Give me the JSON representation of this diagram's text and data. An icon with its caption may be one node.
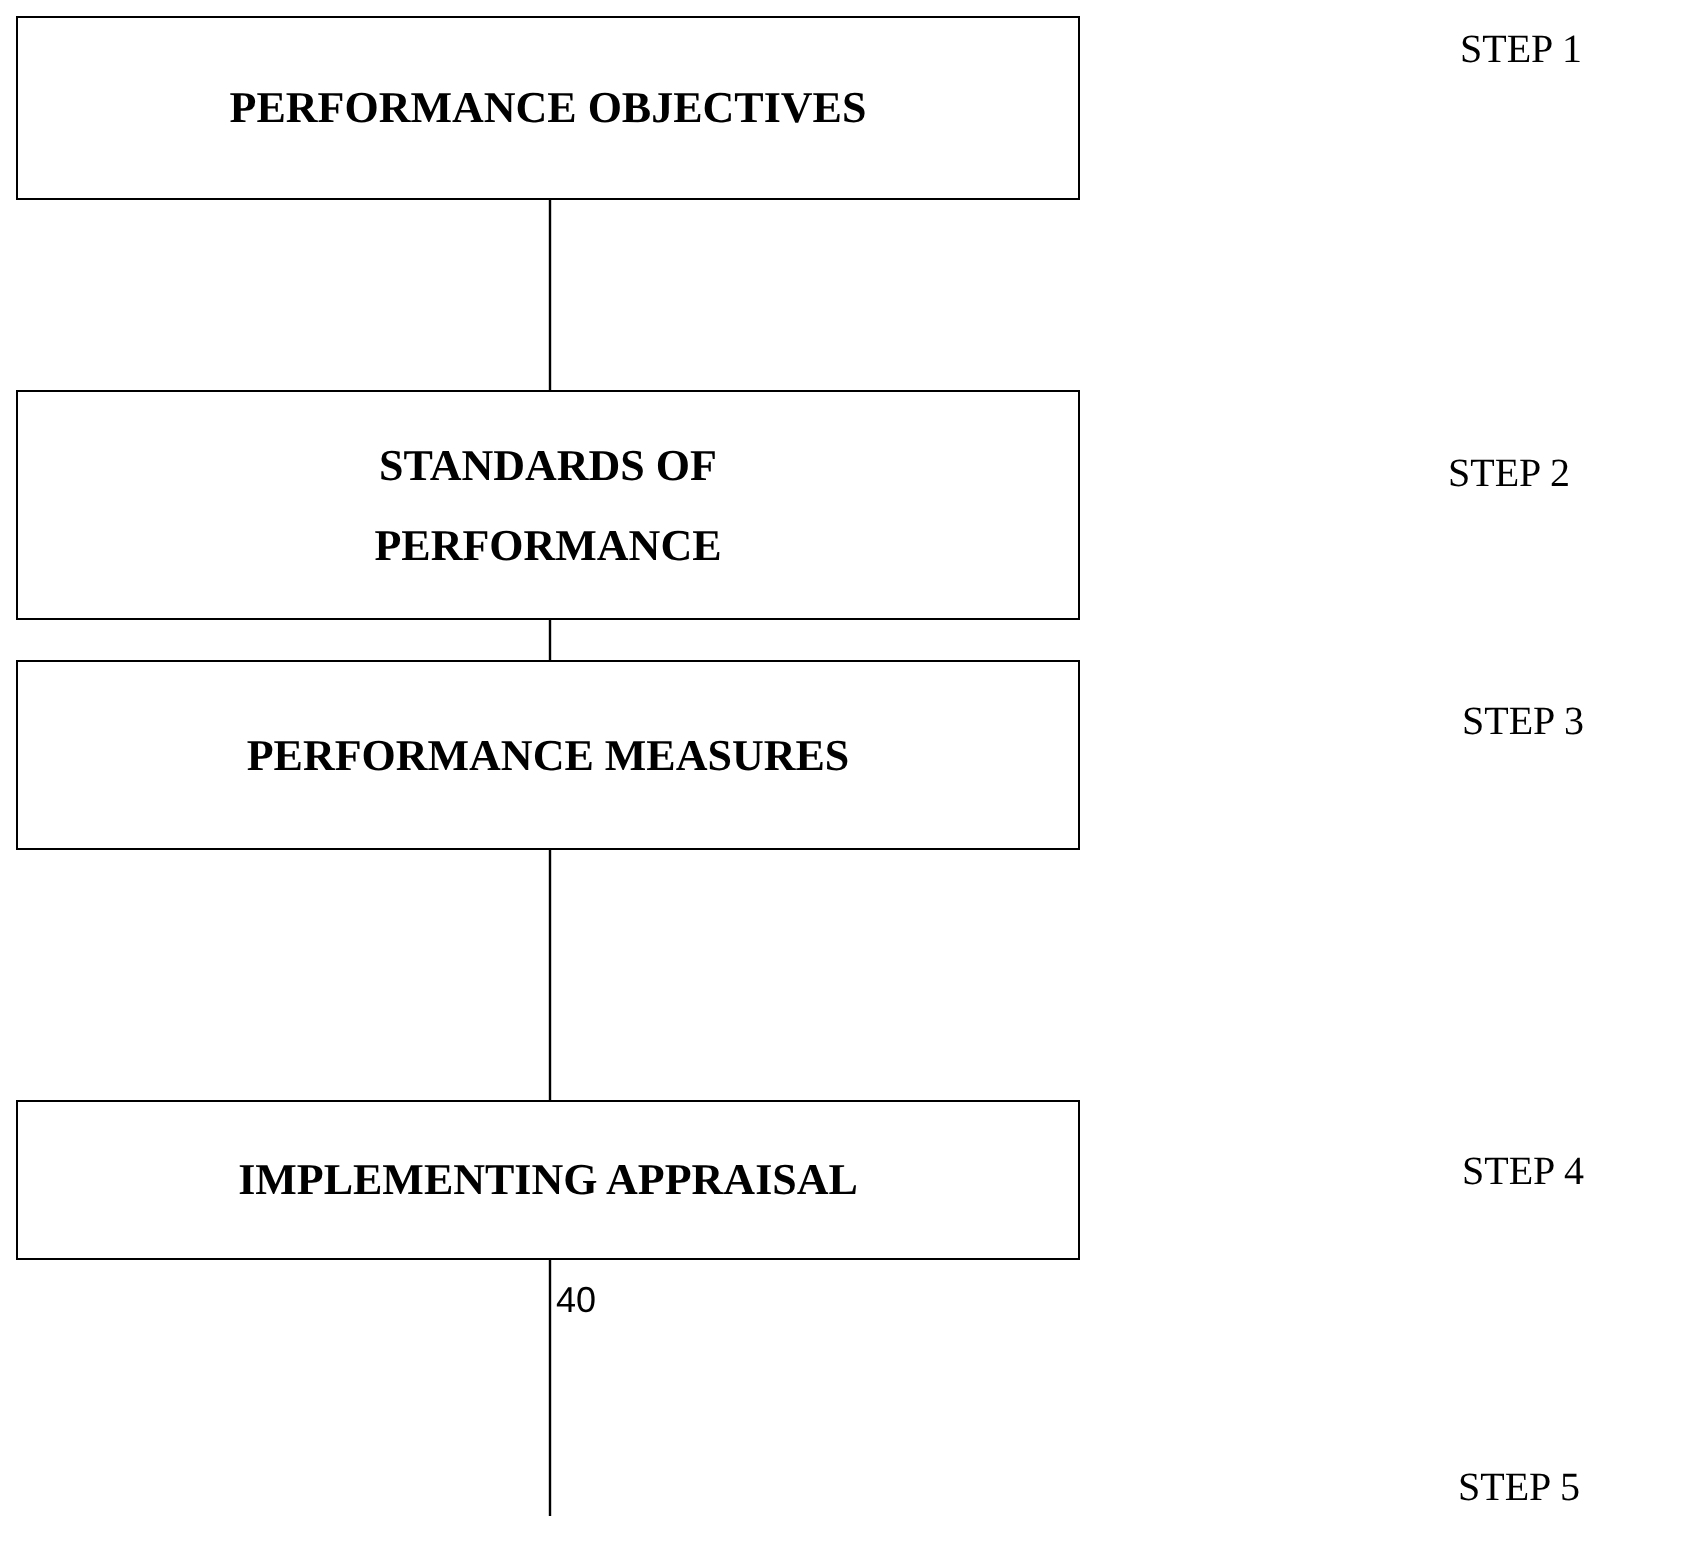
{
  "diagram": {
    "nodes": [
      {
        "text": [
          "PERFORMANCE OBJECTIVES"
        ]
      },
      {
        "text": [
          "STANDARDS OF PERFORMANCE"
        ]
      },
      {
        "text": [
          "PERFORMANCE MEASURES"
        ]
      },
      {
        "text": [
          "IMPLEMENTING APPRAISAL"
        ]
      }
    ],
    "edges": [
      {
        "from": 0,
        "to": 1,
        "arrow": "none"
      },
      {
        "from": 1,
        "to": 2,
        "arrow": "none"
      },
      {
        "from": 2,
        "to": 3,
        "arrow": "none"
      },
      {
        "from": 3,
        "to": null,
        "arrow": "none"
      }
    ],
    "labels": [
      "STEP 1",
      "STEP 2",
      "STEP 3",
      "STEP 4",
      "40",
      "STEP 5"
    ]
  }
}
